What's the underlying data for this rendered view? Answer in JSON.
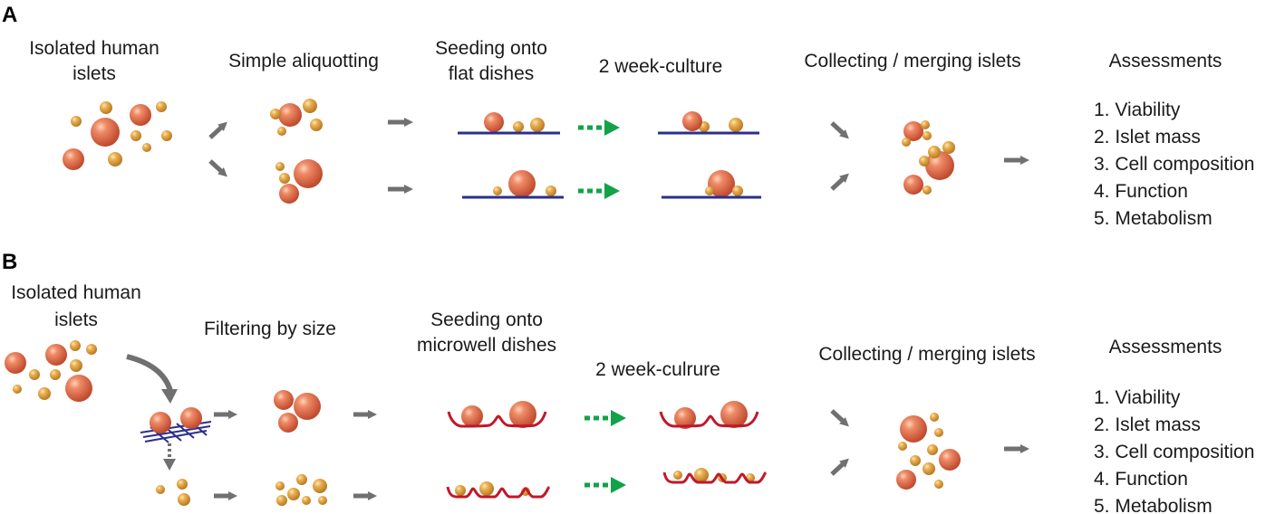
{
  "colors": {
    "big_islet": "#e0694a",
    "small_islet": "#e6a545",
    "arrow": "#707070",
    "flat_dish": "#2b2f8e",
    "microwell": "#c0182a",
    "green": "#12a24a"
  },
  "panel_a": {
    "letter": "A",
    "isolated_line1": "Isolated human",
    "isolated_line2": "islets",
    "aliquot": "Simple aliquotting",
    "seeding_line1": "Seeding onto",
    "seeding_line2": "flat dishes",
    "culture": "2 week-culture",
    "collect": "Collecting / merging islets",
    "assess_title": "Assessments",
    "assessments": [
      "1. Viability",
      "2. Islet mass",
      "3. Cell composition",
      "4. Function",
      "5. Metabolism"
    ]
  },
  "panel_b": {
    "letter": "B",
    "isolated_line1": "Isolated human",
    "isolated_line2": "islets",
    "filter": "Filtering by size",
    "seeding_line1": "Seeding onto",
    "seeding_line2": "microwell dishes",
    "culture": "2 week-culrure",
    "collect": "Collecting / merging islets",
    "assess_title": "Assessments",
    "assessments": [
      "1. Viability",
      "2. Islet mass",
      "3. Cell composition",
      "4. Function",
      "5. Metabolism"
    ]
  }
}
